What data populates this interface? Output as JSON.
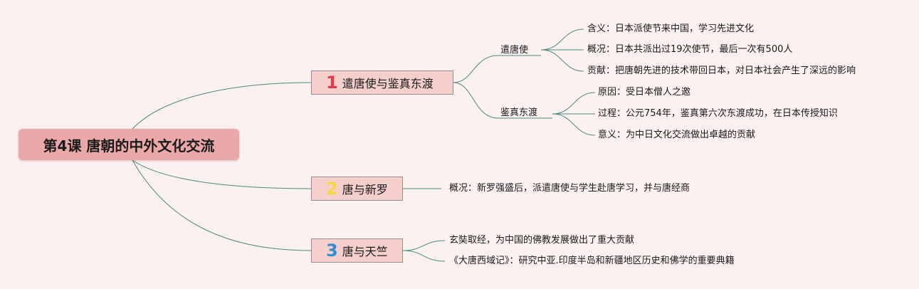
{
  "root": {
    "title": "第4课 唐朝的中外文化交流"
  },
  "topics": [
    {
      "number": "1",
      "label": "遣唐使与鉴真东渡",
      "subtopics": [
        {
          "label": "遣唐使",
          "items": [
            "含义：日本派使节来中国，学习先进文化",
            "概况：日本共派出过19次使节，最后一次有500人",
            "贡献：把唐朝先进的技术带回日本，对日本社会产生了深远的影响"
          ]
        },
        {
          "label": "鉴真东渡",
          "items": [
            "原因：受日本僧人之邀",
            "过程：公元754年，鉴真第六次东渡成功，在日本传授知识",
            "意义：为中日文化交流做出卓越的贡献"
          ]
        }
      ]
    },
    {
      "number": "2",
      "label": "唐与新罗",
      "items": [
        "概况：新罗强盛后，派遣唐使与学生赴唐学习，并与唐经商"
      ]
    },
    {
      "number": "3",
      "label": "唐与天竺",
      "items": [
        "玄奘取经，为中国的佛教发展做出了重大贡献",
        "《大唐西域记》：研究中亚.印度半岛和新疆地区历史和佛学的重要典籍"
      ]
    }
  ],
  "colors": {
    "background": "#fbf1f1",
    "root_fill": "#eaa9a8",
    "topic_fill": "#f5cfcb",
    "connector": "#4e8a7a",
    "number_1": "#e23b46",
    "number_2": "#f2d83c",
    "number_3": "#2f8fd3"
  }
}
